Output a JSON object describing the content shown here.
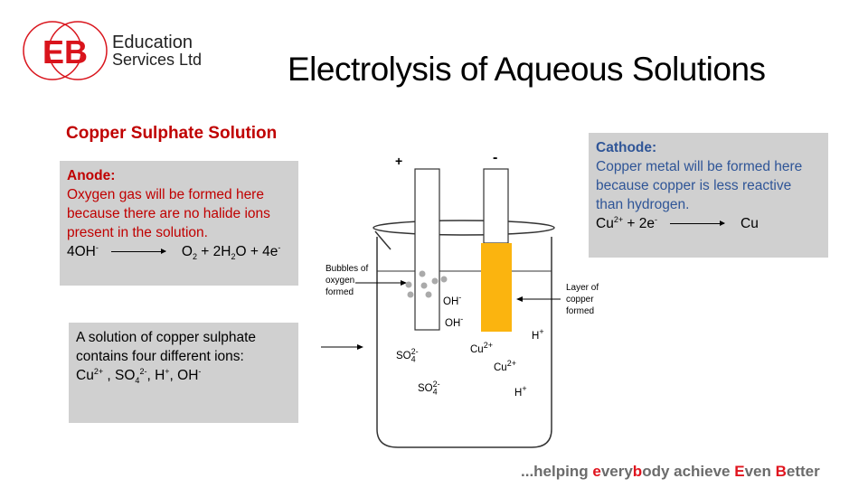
{
  "logo": {
    "monogram": "EB",
    "line1": "Education",
    "line2": "Services Ltd",
    "color": "#d9141c"
  },
  "title": "Electrolysis of Aqueous Solutions",
  "subtitle": "Copper Sulphate Solution",
  "anode": {
    "heading": "Anode:",
    "text": "Oxygen gas will be formed here because there are no halide ions present in the solution.",
    "eq": {
      "l1": "4OH",
      "l1_sup": "-",
      "r1": "O",
      "r1_sub": "2",
      "r2": " + 2H",
      "r2_sub": "2",
      "r3": "O + 4e",
      "r3_sup": "-"
    }
  },
  "cathode": {
    "heading": "Cathode:",
    "text": "Copper metal will be formed here because copper is less reactive than hydrogen.",
    "eq": {
      "l1": "Cu",
      "l1_sup": "2+",
      "l2": " + 2e",
      "l2_sup": "-",
      "r": "Cu"
    }
  },
  "solution": {
    "text": "A solution of copper sulphate contains four different ions:",
    "ions": {
      "a": "Cu",
      "a_sup": "2+",
      "b": " , SO",
      "b_sub": "4",
      "b_sup": "2-",
      "c": ", H",
      "c_sup": "+",
      "d": ", OH",
      "d_sup": "-"
    }
  },
  "diagram": {
    "plus": "+",
    "minus": "-",
    "bubbles_label": "Bubbles of oxygen formed",
    "copper_label": "Layer of copper formed",
    "oh": "OH",
    "oh_sup": "-",
    "so4": "SO",
    "so4_sub": "4",
    "so4_sup": "2-",
    "cu": "Cu",
    "cu_sup": "2+",
    "h": "H",
    "h_sup": "+",
    "copper_color": "#fbb40f"
  },
  "tagline": {
    "p1": "...helping ",
    "e": "e",
    "p2": "very",
    "b": "b",
    "p3": "ody achieve ",
    "E": "E",
    "p4": "ven ",
    "B": "B",
    "p5": "etter"
  }
}
